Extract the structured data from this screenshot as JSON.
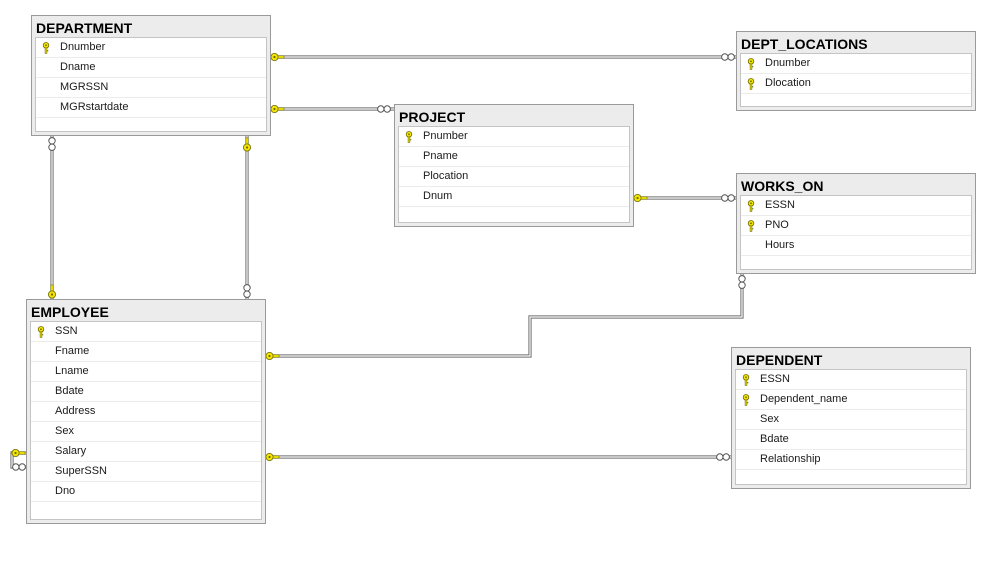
{
  "tables": {
    "department": {
      "title": "DEPARTMENT",
      "columns": [
        {
          "name": "Dnumber",
          "pk": true
        },
        {
          "name": "Dname",
          "pk": false
        },
        {
          "name": "MGRSSN",
          "pk": false
        },
        {
          "name": "MGRstartdate",
          "pk": false
        }
      ]
    },
    "dept_locations": {
      "title": "DEPT_LOCATIONS",
      "columns": [
        {
          "name": "Dnumber",
          "pk": true
        },
        {
          "name": "Dlocation",
          "pk": true
        }
      ]
    },
    "project": {
      "title": "PROJECT",
      "columns": [
        {
          "name": "Pnumber",
          "pk": true
        },
        {
          "name": "Pname",
          "pk": false
        },
        {
          "name": "Plocation",
          "pk": false
        },
        {
          "name": "Dnum",
          "pk": false
        }
      ]
    },
    "works_on": {
      "title": "WORKS_ON",
      "columns": [
        {
          "name": "ESSN",
          "pk": true
        },
        {
          "name": "PNO",
          "pk": true
        },
        {
          "name": "Hours",
          "pk": false
        }
      ]
    },
    "employee": {
      "title": "EMPLOYEE",
      "columns": [
        {
          "name": "SSN",
          "pk": true
        },
        {
          "name": "Fname",
          "pk": false
        },
        {
          "name": "Lname",
          "pk": false
        },
        {
          "name": "Bdate",
          "pk": false
        },
        {
          "name": "Address",
          "pk": false
        },
        {
          "name": "Sex",
          "pk": false
        },
        {
          "name": "Salary",
          "pk": false
        },
        {
          "name": "SuperSSN",
          "pk": false
        },
        {
          "name": "Dno",
          "pk": false
        }
      ]
    },
    "dependent": {
      "title": "DEPENDENT",
      "columns": [
        {
          "name": "ESSN",
          "pk": true
        },
        {
          "name": "Dependent_name",
          "pk": true
        },
        {
          "name": "Sex",
          "pk": false
        },
        {
          "name": "Bdate",
          "pk": false
        },
        {
          "name": "Relationship",
          "pk": false
        }
      ]
    }
  },
  "relationships": [
    {
      "one": "department",
      "many": "dept_locations"
    },
    {
      "one": "department",
      "many": "project"
    },
    {
      "one": "department",
      "many": "employee"
    },
    {
      "one": "employee",
      "many": "department"
    },
    {
      "one": "project",
      "many": "works_on"
    },
    {
      "one": "employee",
      "many": "works_on"
    },
    {
      "one": "employee",
      "many": "dependent"
    },
    {
      "one": "employee",
      "many": "employee"
    }
  ],
  "colors": {
    "key_yellow": "#f5e400",
    "key_outline": "#6b6b00",
    "line": "#6e6e6e",
    "table_header": "#ececec"
  },
  "icons": {
    "primary_key": "key-icon",
    "one_end": "key-icon",
    "many_end": "infinity-icon"
  }
}
